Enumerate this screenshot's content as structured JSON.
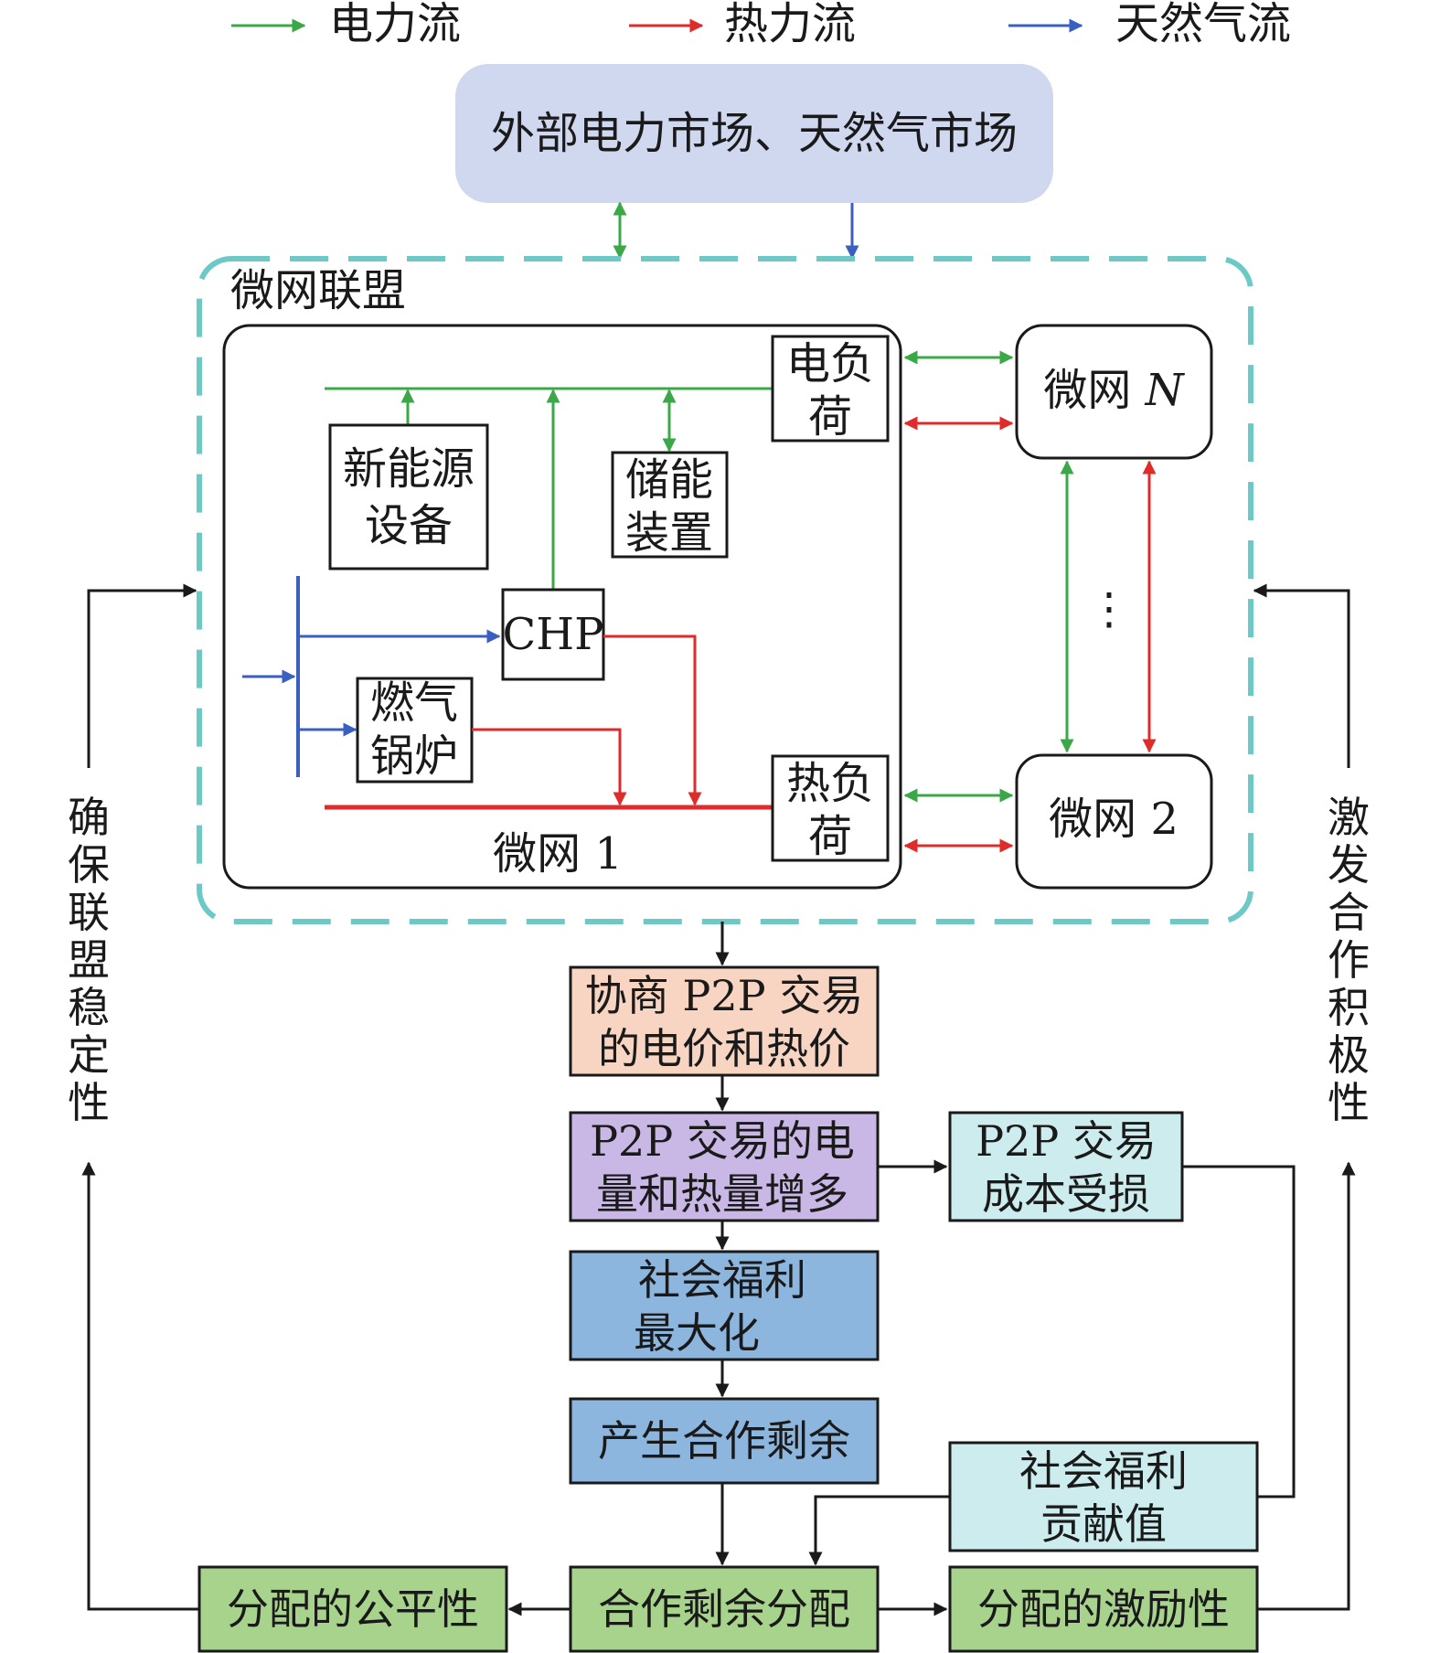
{
  "legend": {
    "electric": {
      "label": "电力流",
      "color": "#3aa846"
    },
    "heat": {
      "label": "热力流",
      "color": "#e02b2b"
    },
    "gas": {
      "label": "天然气流",
      "color": "#3a5fc0"
    }
  },
  "market": {
    "label": "外部电力市场、天然气市场"
  },
  "alliance": {
    "label": "微网联盟"
  },
  "microgrid1": {
    "label": "微网 1",
    "elec_load": [
      "电负",
      "荷"
    ],
    "heat_load": [
      "热负",
      "荷"
    ],
    "renewable": [
      "新能源",
      "设备"
    ],
    "storage": [
      "储能",
      "装置"
    ],
    "chp": "CHP",
    "boiler": [
      "燃气",
      "锅炉"
    ]
  },
  "microgridN": {
    "prefix": "微网 ",
    "suffix": "N"
  },
  "microgrid2": {
    "label": "微网 2"
  },
  "ellipsis": "⋮",
  "flow": {
    "negotiate": [
      "协商 P2P 交易",
      "的电价和热价"
    ],
    "increase": [
      "P2P 交易的电",
      "量和热量增多"
    ],
    "cost": [
      "P2P 交易",
      "成本受损"
    ],
    "welfare_max": [
      "社会福利",
      "最大化"
    ],
    "surplus": "产生合作剩余",
    "contribution": [
      "社会福利",
      "贡献值"
    ],
    "allocation": "合作剩余分配",
    "fairness": "分配的公平性",
    "incentive": "分配的激励性"
  },
  "side": {
    "left": [
      "确",
      "保",
      "联",
      "盟",
      "稳",
      "定",
      "性"
    ],
    "right": [
      "激",
      "发",
      "合",
      "作",
      "积",
      "极",
      "性"
    ]
  },
  "colors": {
    "market_fill": "#d0d8f0",
    "alliance_border": "#6cc9c6",
    "negotiate_fill": "#f7d5c2",
    "increase_fill": "#c9b8e6",
    "welfare_fill": "#8db6de",
    "cyan_fill": "#ccecee",
    "green_fill": "#a8d38d"
  }
}
